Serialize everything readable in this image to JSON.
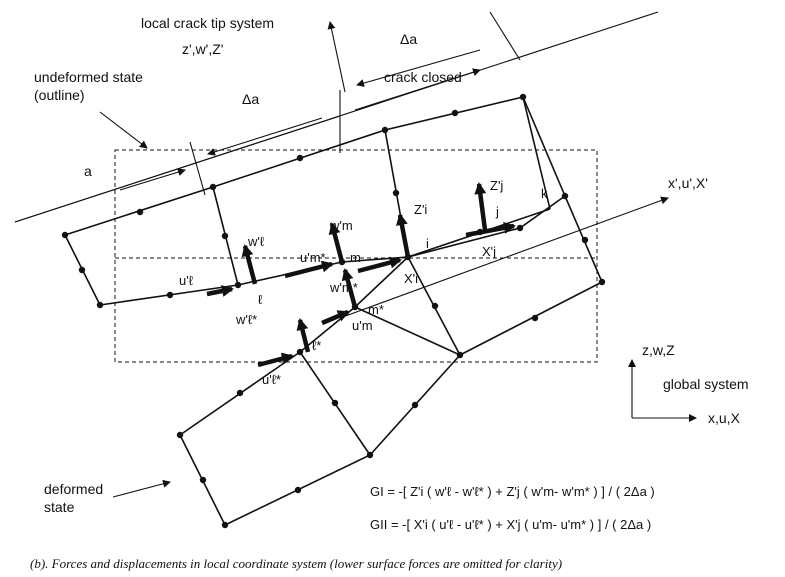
{
  "labels": {
    "local_system_title": "local crack tip system",
    "local_axes": "z',w',Z'",
    "delta_a_top": "Δa",
    "delta_a_mid": "Δa",
    "crack_closed": "crack closed",
    "undeformed_line1": "undeformed state",
    "undeformed_line2": "(outline)",
    "a": "a",
    "x_axis": "x',u',X'",
    "global_axes_z": "z,w,Z",
    "global_system": "global system",
    "global_axes_x": "x,u,X",
    "deformed_line1": "deformed",
    "deformed_line2": "state"
  },
  "symbols": {
    "w_l": "w'ℓ",
    "u_l": "u'ℓ",
    "l": "ℓ",
    "w_l_star": "w'ℓ*",
    "l_star": "ℓ*",
    "u_l_star": "u'ℓ*",
    "w_m": "w'm",
    "u_m_star": "u'm*",
    "m": "m",
    "w_m_star": "w'm*",
    "m_star": "m*",
    "u_m": "u'm",
    "Z_i": "Z'i",
    "i": "i",
    "X_i": "X'i",
    "Z_j": "Z'j",
    "j": "j",
    "X_j": "X'j",
    "k": "k"
  },
  "equations": {
    "G_I": "GI = -[ Z'i ( w'ℓ - w'ℓ* ) + Z'j ( w'm- w'm* ) ] / ( 2Δa )",
    "G_II": "GII = -[ X'i ( u'ℓ - u'ℓ* ) + X'j ( u'm- u'm* ) ] / ( 2Δa )"
  },
  "caption": "(b). Forces and displacements in local coordinate system (lower surface forces are omitted for clarity)"
}
